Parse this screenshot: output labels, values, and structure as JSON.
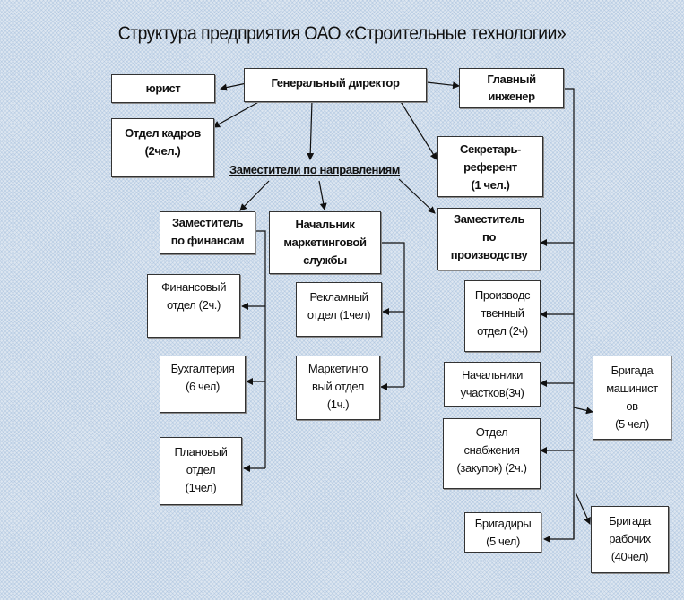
{
  "title": "Структура предприятия ОАО «Строительные технологии»",
  "nodes": {
    "general_director": "Генеральный директор",
    "lawyer": "юрист",
    "hr_department": "Отдел кадров\n(2чел.)",
    "chief_engineer": "Главный\nинженер",
    "secretary": "Секретарь-\nреферент\n(1 чел.)",
    "deputies_label": "Заместители по направлениям",
    "deputy_finance": "Заместитель\nпо финансам",
    "head_marketing": "Начальник\nмаркетинговой\nслужбы",
    "deputy_production": "Заместитель\nпо\nпроизводству",
    "finance_department": "Финансовый\nотдел (2ч.)",
    "accounting": "Бухгалтерия\n(6 чел)",
    "planning_department": "Плановый\nотдел\n(1чел)",
    "advertising_department": "Рекламный\nотдел (1чел)",
    "marketing_department": "Маркетинго\nвый отдел\n(1ч.)",
    "production_department": "Производс\nтвенный\nотдел (2ч)",
    "site_managers": "Начальники\nучастков(3ч)",
    "supply_department": "Отдел\nснабжения\n(закупок) (2ч.)",
    "foremen": "Бригадиры\n(5 чел)",
    "machinist_brigade": "Бригада\nмашинист\nов\n(5 чел)",
    "workers_brigade": "Бригада\nрабочих\n(40чел)"
  },
  "colors": {
    "background": "#dde6f0",
    "box_fill": "#ffffff",
    "border": "#333333",
    "line": "#111111"
  }
}
